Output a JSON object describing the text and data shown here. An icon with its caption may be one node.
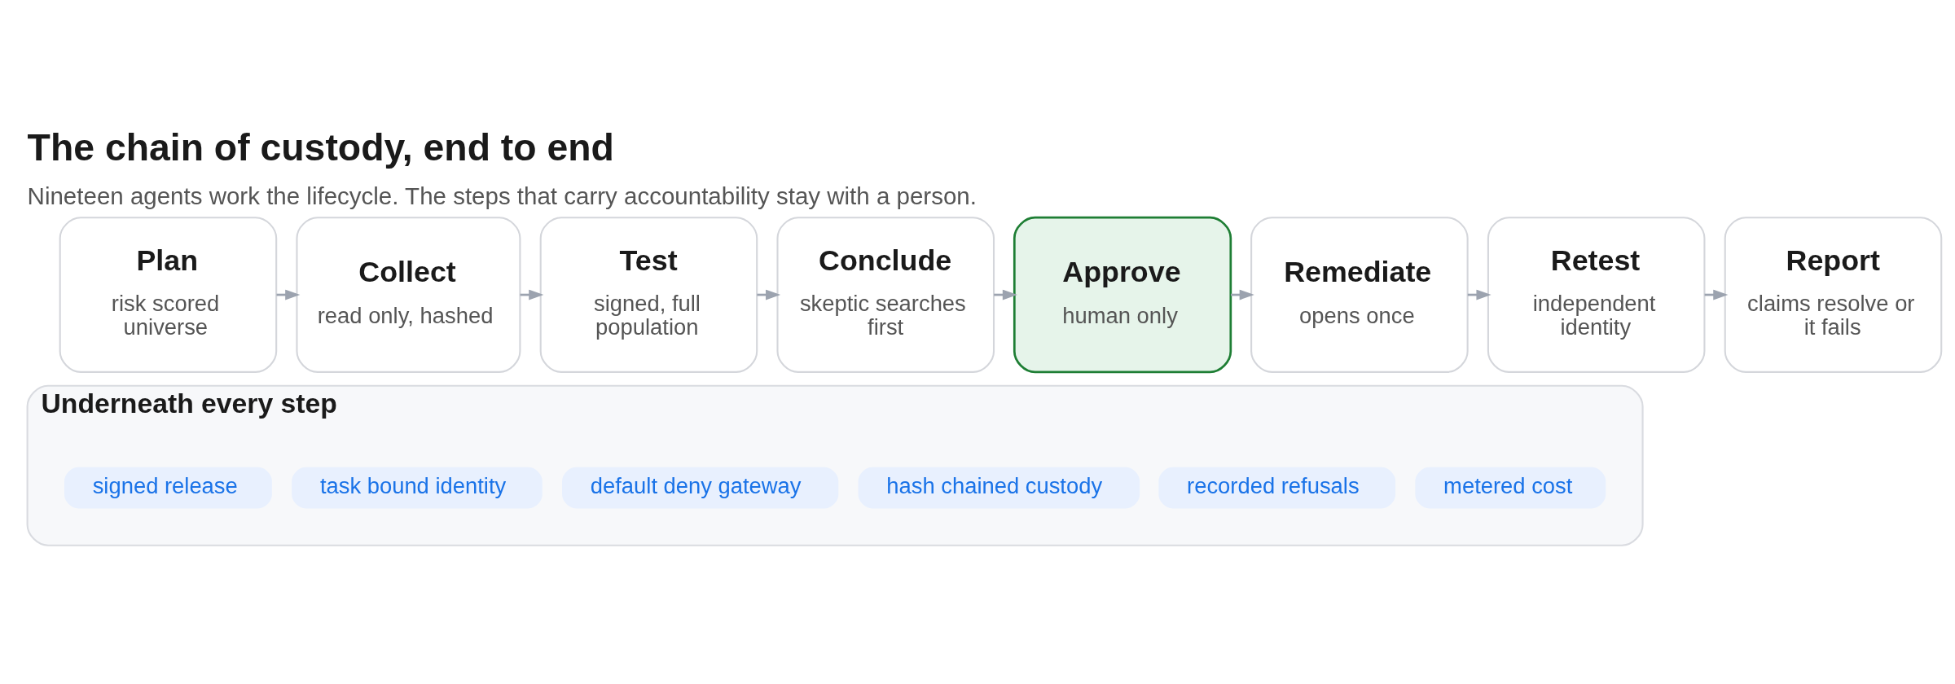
{
  "diagram": {
    "title": "The chain of custody, end to end",
    "caption": "Nineteen agents work the lifecycle. The steps that carry accountability stay with a person.",
    "nodes": [
      {
        "text": [
          "Plan",
          "risk scored universe"
        ]
      },
      {
        "text": [
          "Collect",
          "read only, hashed"
        ]
      },
      {
        "text": [
          "Test",
          "signed, full population"
        ]
      },
      {
        "text": [
          "Conclude",
          "skeptic searches first"
        ]
      },
      {
        "text": [
          "Approve",
          "human only"
        ]
      },
      {
        "text": [
          "Remediate",
          "opens once"
        ]
      },
      {
        "text": [
          "Retest",
          "independent identity"
        ]
      },
      {
        "text": [
          "Report",
          "claims resolve or it fails"
        ]
      },
      {
        "text": [
          "Underneath every step"
        ]
      },
      {
        "text": [
          "signed release"
        ],
        "in": 8
      },
      {
        "text": [
          "task bound identity"
        ],
        "in": 8
      },
      {
        "text": [
          "default deny gateway"
        ],
        "in": 8
      },
      {
        "text": [
          "hash chained custody"
        ],
        "in": 8
      },
      {
        "text": [
          "recorded refusals"
        ],
        "in": 8
      },
      {
        "text": [
          "metered cost"
        ],
        "in": 8
      }
    ],
    "edges": [
      {
        "from": 0,
        "to": 1,
        "arrow": "to"
      },
      {
        "from": 1,
        "to": 2,
        "arrow": "to"
      },
      {
        "from": 2,
        "to": 3,
        "arrow": "to"
      },
      {
        "from": 3,
        "to": 4,
        "arrow": "to"
      },
      {
        "from": 4,
        "to": 5,
        "arrow": "to"
      },
      {
        "from": 5,
        "to": 6,
        "arrow": "to"
      },
      {
        "from": 6,
        "to": 7,
        "arrow": "to"
      }
    ]
  }
}
